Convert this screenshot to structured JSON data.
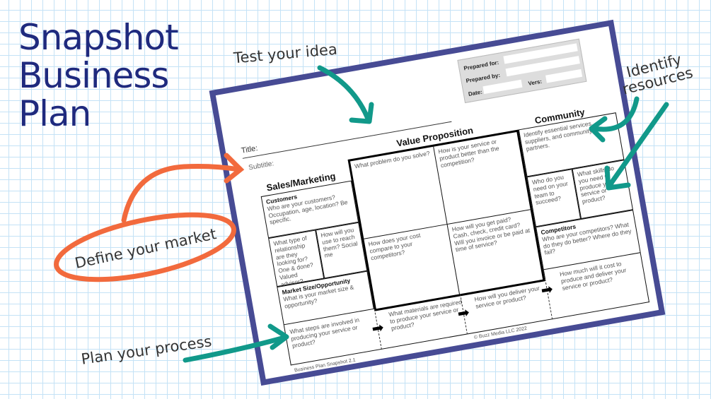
{
  "heading": {
    "line1": "Snapshot",
    "line2": "Business",
    "line3": "Plan"
  },
  "annotations": {
    "test": "Test your idea",
    "identify1": "Identify",
    "identify2": "resources",
    "define": "Define your market",
    "plan": "Plan your process"
  },
  "document": {
    "title_label": "Title:",
    "subtitle_label": "Subtitle:",
    "prepared_for": "Prepared for:",
    "prepared_by": "Prepared by:",
    "date": "Date:",
    "vers": "Vers:",
    "sales_marketing": "Sales/Marketing",
    "value_proposition": "Value Proposition",
    "community": "Community",
    "customers_title": "Customers",
    "customers_q": "Who are your customers? Occupation, age, location? Be specific.",
    "relationship_q": "What type of relationship are they looking for? One & done? Valued advisor?",
    "reach_q": "How will you use to reach them? Social me",
    "market_title": "Market Size/Opportunity",
    "market_q": "What is your market size & opportunity?",
    "problem_q": "What problem do you solve?",
    "better_q": "How is your service or product better than the competition?",
    "cost_compare_q": "How does your cost compare to your competitors?",
    "paid_q": "How will you get paid? Cash, check, credit card? Will you invoice or be paid at time of service?",
    "community_q": "Identify essential services, suppliers, and community partners.",
    "team_q": "Who do you need on your team to succeed?",
    "skills_q": "What skills do you need to produce your service or product?",
    "competitors_title": "Competitors",
    "competitors_q": "Who are your competitors? What do they do better? Where do they fail?",
    "steps_q": "What steps are involved in producing your service or product?",
    "materials_q": "What materials are required to produce your service or product?",
    "deliver_q": "How will you deliver your service or product?",
    "cost_q": "How much will it cost to produce and deliver your service or product?",
    "copyright": "© Buzz Media LLC 2022",
    "footer": "Business Plan Snapshot 2.1"
  },
  "colors": {
    "navy": "#1f2a7e",
    "teal": "#11998a",
    "orange": "#f26a3d",
    "frame": "#474b94"
  }
}
